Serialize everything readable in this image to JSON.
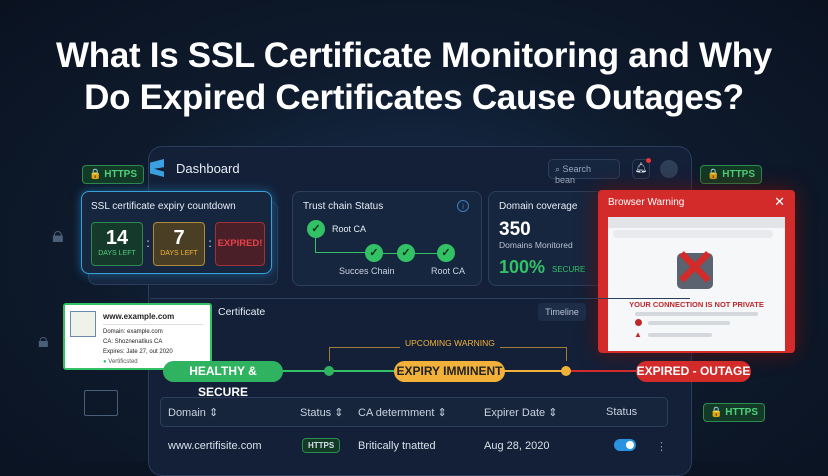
{
  "headline": {
    "line1": "What Is SSL Certificate Monitoring and Why",
    "line2": "Do Expired Certificates Cause Outages?"
  },
  "badges": {
    "https": "HTTPS"
  },
  "dashboard": {
    "title": "Dashboard",
    "search_placeholder": "Search bean"
  },
  "countdown": {
    "title": "SSL certificate expiry countdown",
    "boxes": [
      {
        "value": "14",
        "label": "DAYS LEFT"
      },
      {
        "value": "7",
        "label": "DAYS LEFT"
      },
      {
        "value": "EXPIRED!"
      }
    ],
    "sep": ":"
  },
  "trust": {
    "title": "Trust chain Status",
    "root1": "Root CA",
    "chain": "Succes Chain",
    "root2": "Root CA"
  },
  "coverage": {
    "title": "Domain coverage",
    "count": "350",
    "count_label": "Domains Monitored",
    "percent": "100%",
    "percent_label": "SECURE"
  },
  "browser_warning": {
    "title": "Browser Warning",
    "message": "YOUR CONNECTION IS NOT PRIVATE"
  },
  "certificate": {
    "title": "Certificate",
    "timeline_button": "Timeline"
  },
  "cert_popup": {
    "domain_title": "www.example.com",
    "domain": "Domain: example.com",
    "ca": "CA: Shoznenatlius CA",
    "expires": "Expires: Jate 27, out 2020",
    "status": "Vertificsted"
  },
  "timeline": {
    "healthy": "HEALTHY & SECURE",
    "upcoming": "UPCOMING WARNING",
    "imminent": "EXPIRY IMMINENT",
    "expired": "EXPIRED - OUTAGE"
  },
  "table": {
    "headers": [
      "Domain",
      "Status",
      "CA determment",
      "Expirer Date",
      "Status"
    ],
    "rows": [
      {
        "domain": "www.certifisite.com",
        "status": "HTTPS",
        "ca": "Britically tnatted",
        "date": "Aug 28, 2020",
        "enabled": true
      }
    ]
  },
  "colors": {
    "green": "#32c165",
    "amber": "#f2b23a",
    "red": "#d32a2a",
    "accent": "#3b9fd8"
  }
}
